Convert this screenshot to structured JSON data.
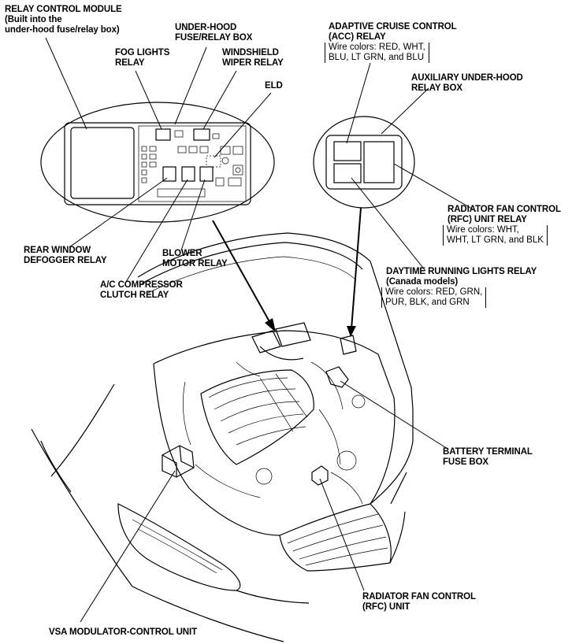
{
  "labels": {
    "relay_control_module": [
      "RELAY CONTROL MODULE",
      "(Built into the",
      "under-hood fuse/relay box)"
    ],
    "under_hood_box": [
      "UNDER-HOOD",
      "FUSE/RELAY BOX"
    ],
    "fog_lights_relay": [
      "FOG LIGHTS",
      "RELAY"
    ],
    "windshield_wiper_relay": [
      "WINDSHIELD",
      "WIPER RELAY"
    ],
    "eld": [
      "ELD"
    ],
    "acc_relay": [
      "ADAPTIVE CRUISE CONTROL",
      "(ACC) RELAY"
    ],
    "acc_wire": [
      "Wire colors: RED, WHT,",
      "BLU, LT GRN, and BLU"
    ],
    "aux_relay_box": [
      "AUXILIARY UNDER-HOOD",
      "RELAY BOX"
    ],
    "rfc_relay": [
      "RADIATOR FAN CONTROL",
      "(RFC) UNIT RELAY"
    ],
    "rfc_wire": [
      "Wire colors: WHT,",
      "WHT, LT GRN, and BLK"
    ],
    "rear_defogger_relay": [
      "REAR WINDOW",
      "DEFOGGER RELAY"
    ],
    "blower_motor_relay": [
      "BLOWER",
      "MOTOR RELAY"
    ],
    "ac_compressor_relay": [
      "A/C COMPRESSOR",
      "CLUTCH RELAY"
    ],
    "drl_relay": [
      "DAYTIME RUNNING LIGHTS RELAY",
      "(Canada models)"
    ],
    "drl_wire": [
      "Wire colors: RED, GRN,",
      "PUR, BLK, and GRN"
    ],
    "battery_fuse_box": [
      "BATTERY TERMINAL",
      "FUSE BOX"
    ],
    "rfc_unit": [
      "RADIATOR FAN CONTROL",
      "(RFC) UNIT"
    ],
    "vsa_unit": [
      "VSA MODULATOR-CONTROL UNIT"
    ]
  }
}
